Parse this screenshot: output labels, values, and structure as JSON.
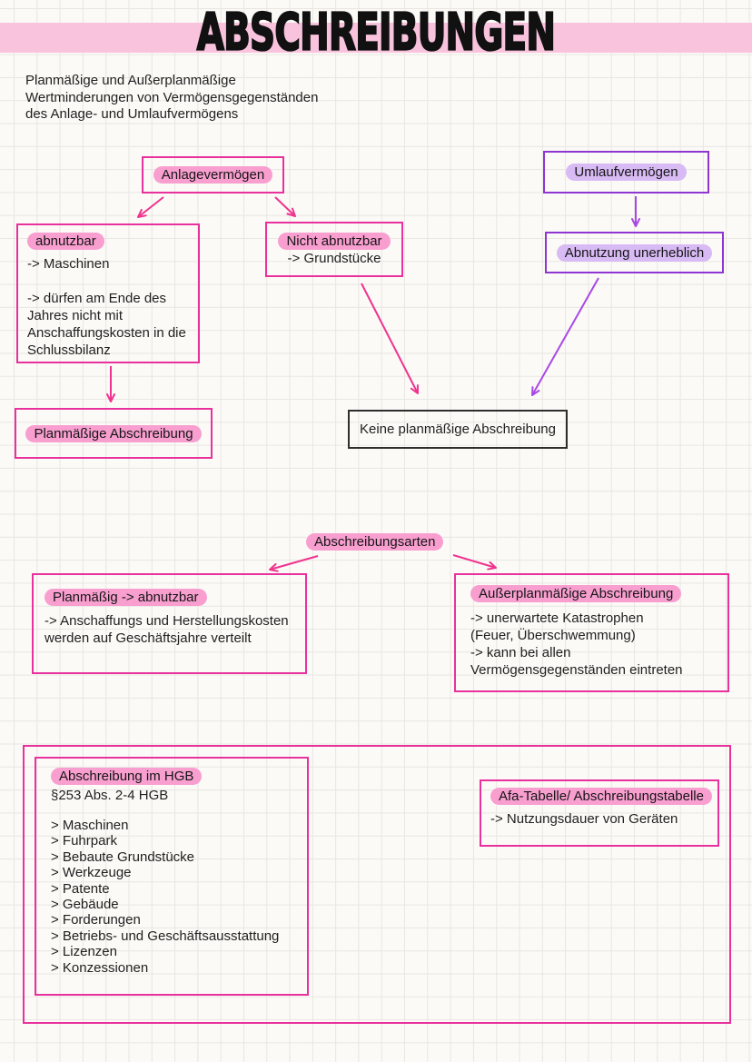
{
  "page": {
    "title": "ABSCHREIBUNGEN",
    "subtitle_lines": [
      "Planmäßige und Außerplanmäßige",
      "Wertminderungen von Vermögensgegenständen",
      "des Anlage- und Umlaufvermögens"
    ]
  },
  "colors": {
    "pink_border": "#e8319c",
    "pink_highlight": "#f89fd0",
    "pink_arrow": "#f0338f",
    "purple_border": "#8e35d2",
    "purple_highlight": "#d8baf4",
    "purple_arrow": "#a948e6",
    "title_band": "#f9c3de",
    "black_border": "#2e2e2e"
  },
  "nodes": {
    "anlagevermoegen": {
      "label": "Anlagevermögen"
    },
    "umlaufvermoegen": {
      "label": "Umlaufvermögen"
    },
    "abnutzbar": {
      "label": "abnutzbar",
      "lines": [
        "-> Maschinen",
        "",
        "-> dürfen am Ende des",
        "Jahres nicht mit",
        "Anschaffungskosten in die",
        "Schlussbilanz"
      ]
    },
    "nicht_abnutzbar": {
      "label": "Nicht abnutzbar",
      "lines": [
        "-> Grundstücke"
      ]
    },
    "abnutzung_unerheblich": {
      "label": "Abnutzung unerheblich"
    },
    "planmaessige_abschreibung": {
      "label": "Planmäßige Abschreibung"
    },
    "keine_planmaessige_abschreibung": {
      "label": "Keine planmäßige Abschreibung"
    },
    "abschreibungsarten": {
      "label": "Abschreibungsarten"
    },
    "planmaessig_abnutzbar": {
      "label": "Planmäßig -> abnutzbar",
      "lines": [
        "-> Anschaffungs und Herstellungskosten",
        "werden auf Geschäftsjahre verteilt"
      ]
    },
    "ausserplanmaessige_abschreibung": {
      "label": "Außerplanmäßige Abschreibung",
      "lines": [
        "-> unerwartete Katastrophen",
        "(Feuer, Überschwemmung)",
        "-> kann bei allen",
        "Vermögensgegenständen eintreten"
      ]
    },
    "abschreibung_im_hgb": {
      "label": "Abschreibung im HGB",
      "subtitle": "§253 Abs. 2-4 HGB",
      "items": [
        "> Maschinen",
        "> Fuhrpark",
        "> Bebaute Grundstücke",
        "> Werkzeuge",
        "> Patente",
        "> Gebäude",
        "> Forderungen",
        "> Betriebs- und Geschäftsausstattung",
        "> Lizenzen",
        "> Konzessionen"
      ]
    },
    "afa_tabelle": {
      "label": "Afa-Tabelle/ Abschreibungstabelle",
      "lines": [
        "-> Nutzungsdauer von Geräten"
      ]
    }
  }
}
